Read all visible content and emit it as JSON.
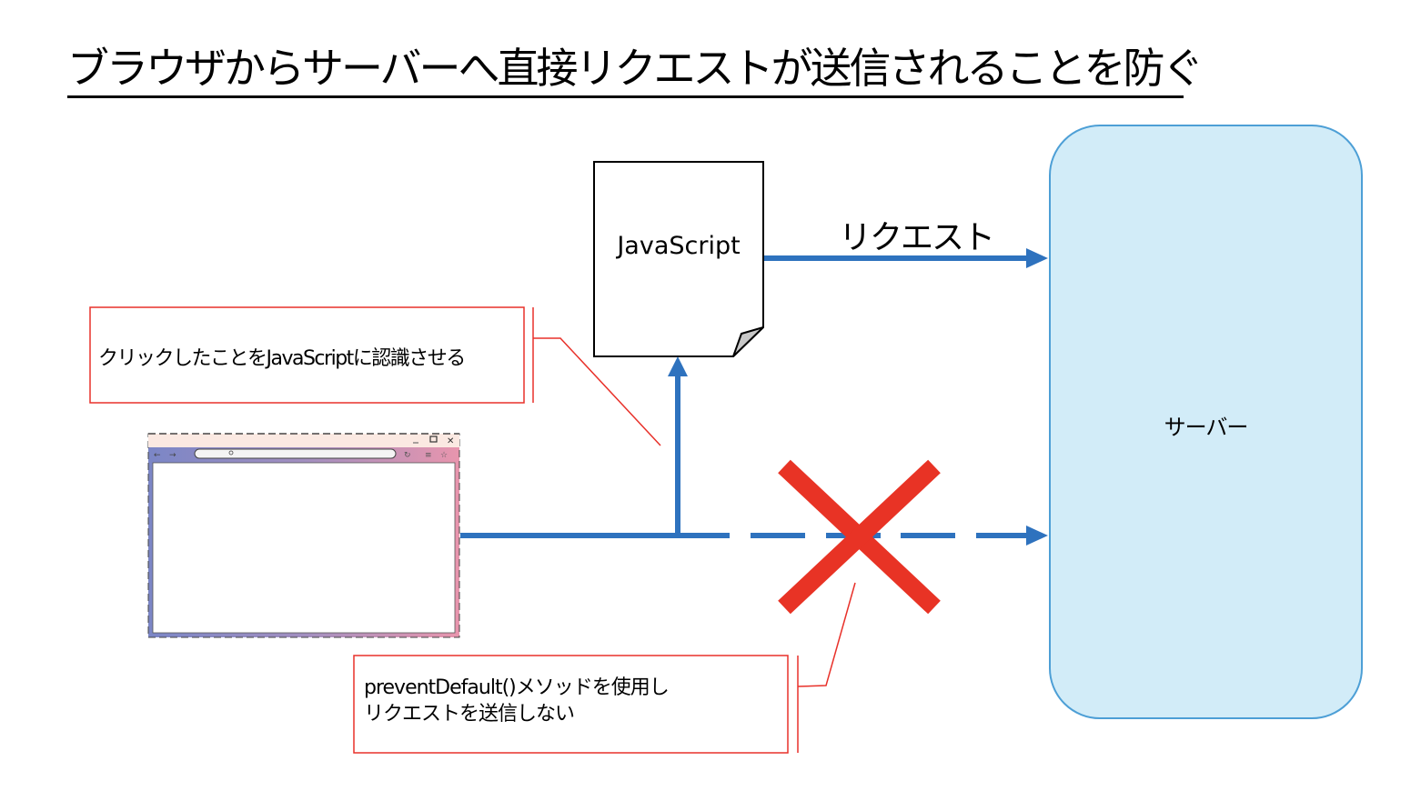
{
  "title": "ブラウザからサーバーへ直接リクエストが送信されることを防ぐ",
  "javascript_doc": {
    "label": "JavaScript",
    "icon": "document-icon"
  },
  "request_arrow": {
    "label": "リクエスト"
  },
  "server": {
    "label": "サーバー"
  },
  "callouts": {
    "click_notice": "クリックしたことをJavaScriptに認識させる",
    "prevent_line1": "preventDefault()メソッドを使用し",
    "prevent_line2": "リクエストを送信しない"
  },
  "browser_window": {
    "controls": [
      "minimize",
      "maximize",
      "close"
    ],
    "toolbar": [
      "back",
      "forward",
      "search",
      "reload",
      "menu",
      "favorite"
    ]
  },
  "colors": {
    "arrow": "#2e72be",
    "cross": "#e83325",
    "callout_border": "#e8312a",
    "server_fill": "#d2ecf8",
    "server_border": "#4d9fd6"
  }
}
